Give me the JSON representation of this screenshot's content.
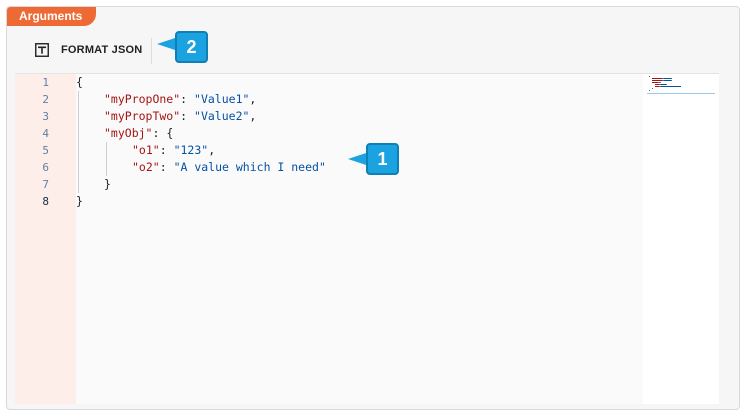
{
  "panel": {
    "tab_label": "Arguments"
  },
  "toolbar": {
    "format_label": "FORMAT JSON",
    "format_icon": "text-format-icon"
  },
  "editor": {
    "line_numbers": [
      "1",
      "2",
      "3",
      "4",
      "5",
      "6",
      "7",
      "8"
    ],
    "active_line": "8",
    "lines": [
      {
        "indent": 0,
        "parts": [
          [
            "p",
            "{"
          ]
        ]
      },
      {
        "indent": 1,
        "parts": [
          [
            "k",
            "\"myPropOne\""
          ],
          [
            "p",
            ": "
          ],
          [
            "s",
            "\"Value1\""
          ],
          [
            "p",
            ","
          ]
        ]
      },
      {
        "indent": 1,
        "parts": [
          [
            "k",
            "\"myPropTwo\""
          ],
          [
            "p",
            ": "
          ],
          [
            "s",
            "\"Value2\""
          ],
          [
            "p",
            ","
          ]
        ]
      },
      {
        "indent": 1,
        "parts": [
          [
            "k",
            "\"myObj\""
          ],
          [
            "p",
            ": {"
          ]
        ]
      },
      {
        "indent": 2,
        "parts": [
          [
            "k",
            "\"o1\""
          ],
          [
            "p",
            ": "
          ],
          [
            "s",
            "\"123\""
          ],
          [
            "p",
            ","
          ]
        ]
      },
      {
        "indent": 2,
        "parts": [
          [
            "k",
            "\"o2\""
          ],
          [
            "p",
            ": "
          ],
          [
            "s",
            "\"A value which I need\""
          ]
        ]
      },
      {
        "indent": 1,
        "parts": [
          [
            "p",
            "}"
          ]
        ]
      },
      {
        "indent": 0,
        "parts": [
          [
            "p",
            "}"
          ]
        ]
      }
    ]
  },
  "callouts": [
    {
      "label": "1"
    },
    {
      "label": "2"
    }
  ],
  "colors": {
    "tab": "#ee6a34",
    "gutter": "#fdeee9",
    "key": "#a31515",
    "string": "#0451a5",
    "badge": "#1aa3e0"
  }
}
